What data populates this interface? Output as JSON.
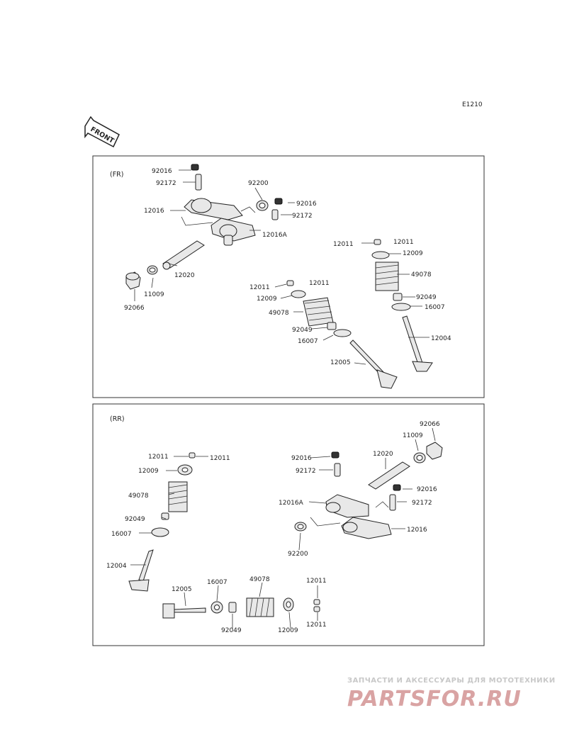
{
  "diagram_code": "E1210",
  "front_label": "FRONT",
  "panels": {
    "front": {
      "tag": "(FR)",
      "labels": [
        "92016",
        "92172",
        "92200",
        "92016",
        "92172",
        "12016",
        "12016A",
        "12020",
        "11009",
        "92066",
        "12011",
        "12011",
        "12009",
        "49078",
        "92049",
        "16007",
        "12004",
        "12011",
        "12011",
        "12009",
        "49078",
        "92049",
        "16007",
        "12005"
      ]
    },
    "rear": {
      "tag": "(RR)",
      "labels": [
        "92066",
        "11009",
        "12020",
        "92016",
        "92172",
        "92016",
        "12016A",
        "92172",
        "12016",
        "92200",
        "12011",
        "12011",
        "12009",
        "49078",
        "92049",
        "16007",
        "12004",
        "12005",
        "16007",
        "49078",
        "12011",
        "92049",
        "12009",
        "12011"
      ]
    }
  },
  "watermark": {
    "tagline": "ЗАПЧАСТИ И АКСЕССУАРЫ ДЛЯ МОТОТЕХНИКИ",
    "brand": "PARTSFOR.RU"
  }
}
